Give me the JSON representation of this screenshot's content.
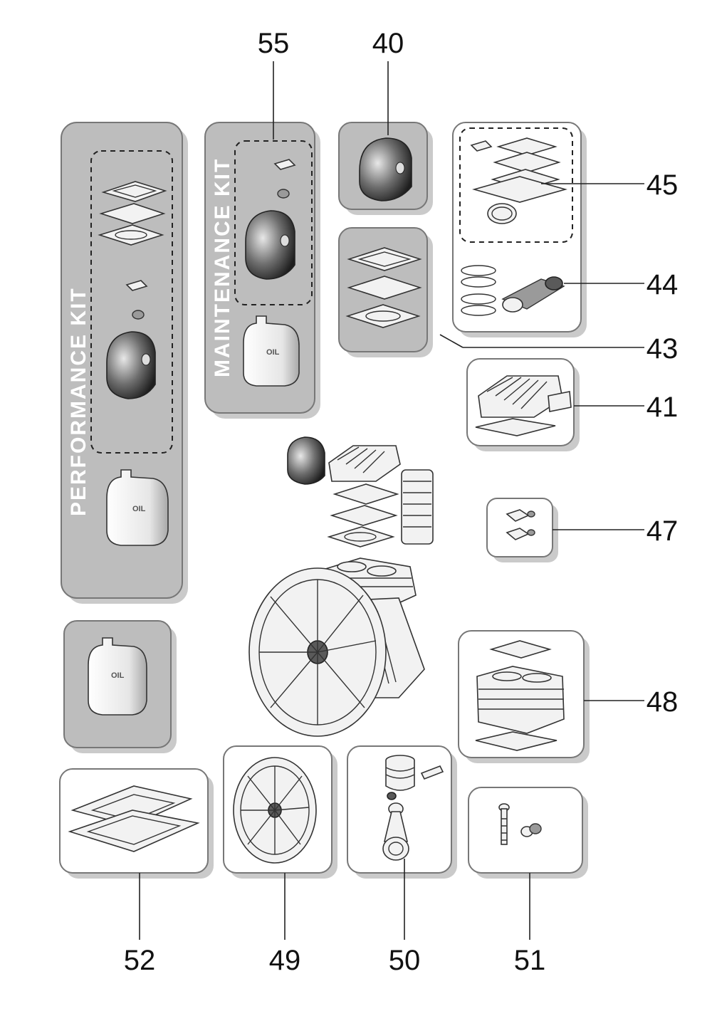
{
  "callouts": {
    "c55": "55",
    "c40": "40",
    "c45": "45",
    "c44": "44",
    "c43": "43",
    "c41": "41",
    "c47": "47",
    "c48": "48",
    "c52": "52",
    "c49": "49",
    "c50": "50",
    "c51": "51"
  },
  "kits": {
    "performance_label": "PERFORMANCE  KIT",
    "maintenance_label": "MAINTENANCE KIT"
  },
  "oil_label": "OIL",
  "colors": {
    "panel_gray": "#bdbdbd",
    "panel_white": "#ffffff",
    "ink": "#111111"
  },
  "icons": {
    "oil_bottle": "oil-bottle-icon",
    "air_filter": "air-filter-icon",
    "gasket": "gasket-icon",
    "flywheel": "flywheel-icon",
    "piston": "piston-icon",
    "cylinder": "cylinder-icon",
    "head": "cylinder-head-icon"
  }
}
